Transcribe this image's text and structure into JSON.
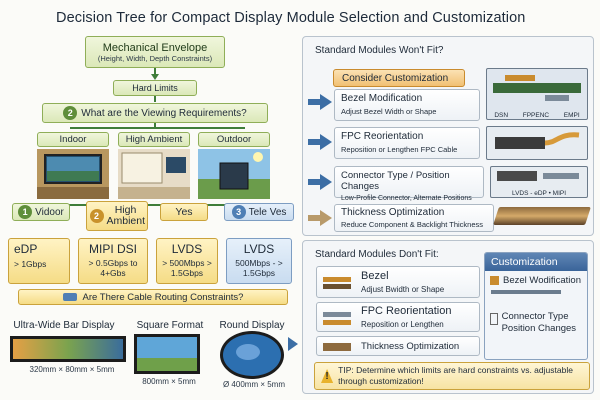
{
  "title": "Decision Tree for Compact Display Module Selection and Customization",
  "tree": {
    "envelope": {
      "title": "Mechanical Envelope",
      "sub": "(Height, Width, Depth Constraints)"
    },
    "hard_limits": "Hard Limits",
    "viewing_q": {
      "num": "2",
      "text": "What are the Viewing Requirements?"
    },
    "env_options": [
      "Indoor",
      "High Ambient",
      "Outdoor"
    ],
    "branches": [
      {
        "num": "1",
        "label": "Vidoor"
      },
      {
        "num": "2",
        "label": "High Ambient"
      },
      {
        "num": "",
        "label": "Yes"
      },
      {
        "num": "3",
        "label": "Tele Ves"
      }
    ],
    "interfaces": [
      {
        "name": "eDP",
        "spec": "> 1Gbps"
      },
      {
        "name": "MIPI DSI",
        "spec": "> 0.5Gbps to 4+Gbs"
      },
      {
        "name": "LVDS",
        "spec": "> 500Mbps > 1.5Gbps"
      },
      {
        "name": "LVDS",
        "spec": "500Mbps - > 1.5Gbps"
      }
    ],
    "cable_q": "Are There Cable Routing Constraints?",
    "formats": [
      {
        "name": "Ultra-Wide Bar Display",
        "dims": "320mm × 80mm × 5mm"
      },
      {
        "name": "Square Format",
        "dims": "800mm × 5mm"
      },
      {
        "name": "Round Display",
        "dims": "Ø 400mm × 5mm"
      }
    ]
  },
  "won_fit": {
    "heading": "Standard Modules Won't Fit?",
    "consider": "Consider Customization",
    "items": [
      {
        "title": "Bezel Modification",
        "sub": "Adjust Bezel Width or Shape",
        "thumb_labels": [
          "DSN",
          "FPPENC",
          "EMPI"
        ]
      },
      {
        "title": "FPC Reorientation",
        "sub": "Reposition or Lengthen FPC Cable",
        "thumb_labels": []
      },
      {
        "title": "Connector Type / Position Changes",
        "sub": "Low-Profile Connector, Alternate Positions",
        "thumb_labels": [
          "LVDS - eDP • MIPI"
        ]
      },
      {
        "title": "Thickness Optimization",
        "sub": "Reduce Component & Backlight Thickness",
        "thumb_labels": []
      }
    ]
  },
  "dont_fit": {
    "heading": "Standard Modules Don't Fit:",
    "items": [
      {
        "title": "Bezel",
        "sub": "Adjust Bwidth or Shape"
      },
      {
        "title": "FPC Reorientation",
        "sub": "Reposition or Lengthen"
      },
      {
        "title": "Thickness Optimization",
        "sub": ""
      }
    ],
    "custom": {
      "heading": "Customization",
      "items": [
        "Bezel Wodification",
        "Connector Type Position Changes"
      ]
    },
    "tip": "TIP: Determine which limits are hard constraints vs. adjustable through customization!"
  },
  "colors": {
    "green": "#8fae58",
    "yellow": "#caa23c",
    "blue": "#3c6ea5",
    "orange": "#e89a2c"
  }
}
